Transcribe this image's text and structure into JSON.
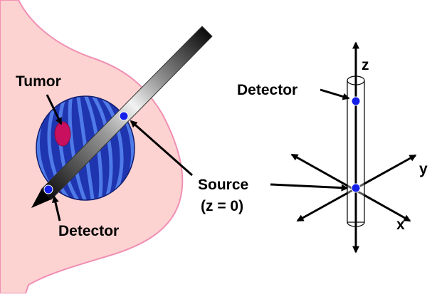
{
  "labels": {
    "tumor": "Tumor",
    "detector_left": "Detector",
    "detector_right": "Detector",
    "source_line1": "Source",
    "source_line2": "(z = 0)",
    "axis_z": "z",
    "axis_y": "y",
    "axis_x": "x"
  },
  "colors": {
    "tissue": "#fcd3d1",
    "tissue_outline": "#f090b4",
    "tumor": "#c8105f",
    "sphere_dark": "#1f35b0",
    "sphere_light": "#4f7be8",
    "marker": "#1420e8",
    "ink": "#000000"
  }
}
